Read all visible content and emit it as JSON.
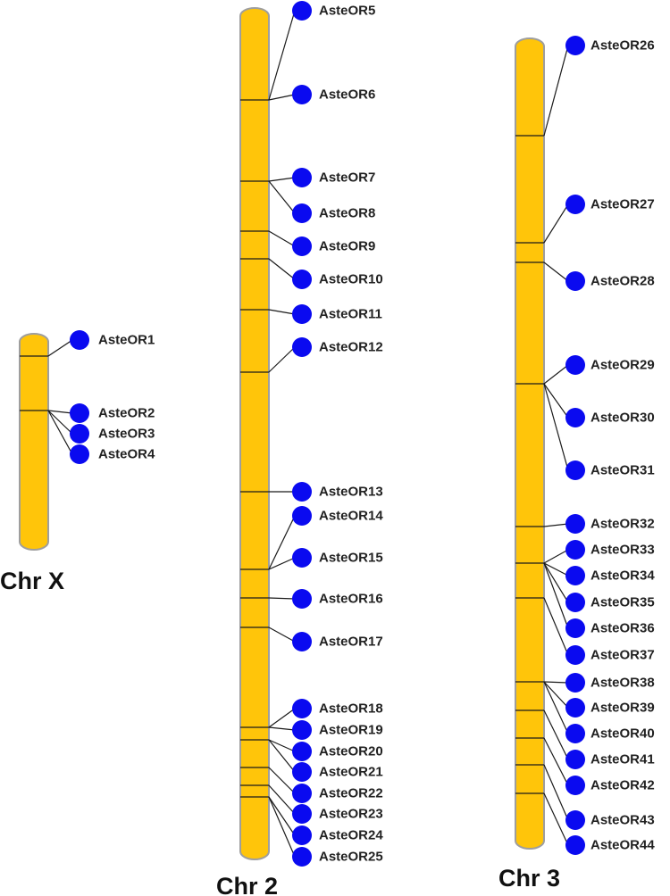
{
  "colors": {
    "chromosome_fill": "#FFC50A",
    "chromosome_outline": "#9E9E9E",
    "gene_marker": "#0A0AF0",
    "line": "#1a1a1a"
  },
  "chromosomes": [
    {
      "label": "Chr X",
      "genes": [
        "AsteOR1",
        "AsteOR2",
        "AsteOR3",
        "AsteOR4"
      ]
    },
    {
      "label": "Chr 2",
      "genes": [
        "AsteOR5",
        "AsteOR6",
        "AsteOR7",
        "AsteOR8",
        "AsteOR9",
        "AsteOR10",
        "AsteOR11",
        "AsteOR12",
        "AsteOR13",
        "AsteOR14",
        "AsteOR15",
        "AsteOR16",
        "AsteOR17",
        "AsteOR18",
        "AsteOR19",
        "AsteOR20",
        "AsteOR21",
        "AsteOR22",
        "AsteOR23",
        "AsteOR24",
        "AsteOR25"
      ]
    },
    {
      "label": "Chr 3",
      "genes": [
        "AsteOR26",
        "AsteOR27",
        "AsteOR28",
        "AsteOR29",
        "AsteOR30",
        "AsteOR31",
        "AsteOR32",
        "AsteOR33",
        "AsteOR34",
        "AsteOR35",
        "AsteOR36",
        "AsteOR37",
        "AsteOR38",
        "AsteOR39",
        "AsteOR40",
        "AsteOR41",
        "AsteOR42",
        "AsteOR43",
        "AsteOR44"
      ]
    }
  ]
}
